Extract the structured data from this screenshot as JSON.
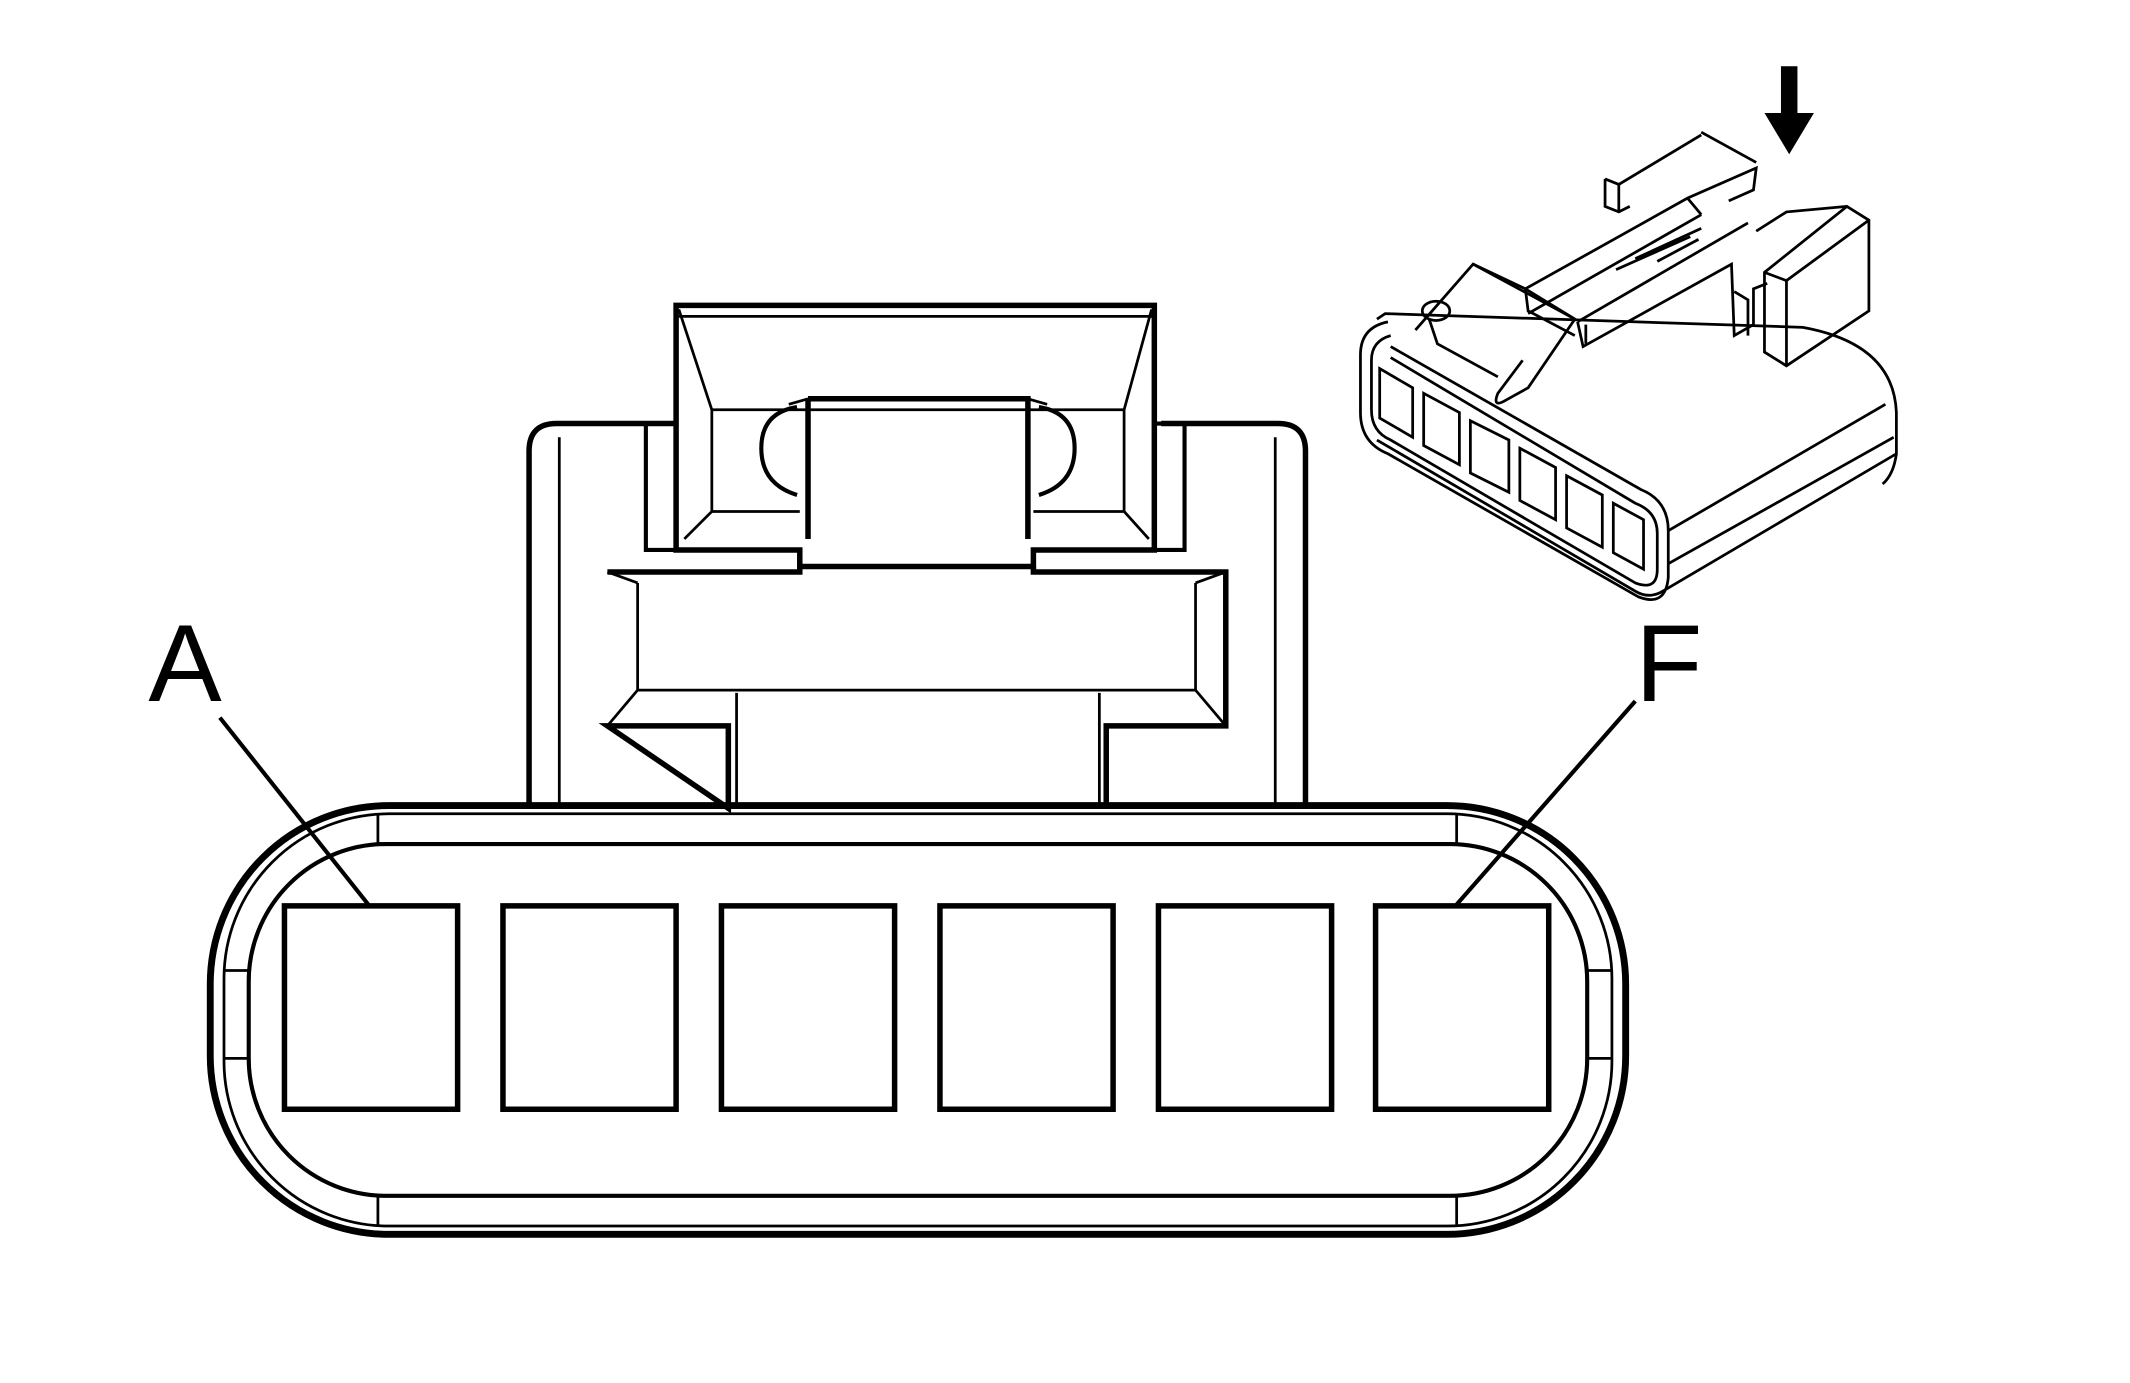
{
  "diagram": {
    "pin_labels": {
      "first": "A",
      "last": "F"
    },
    "cavity_count": 6,
    "colors": {
      "stroke": "#000000",
      "background": "#ffffff"
    },
    "icons": {
      "insert_arrow": "arrow-down-icon"
    }
  }
}
